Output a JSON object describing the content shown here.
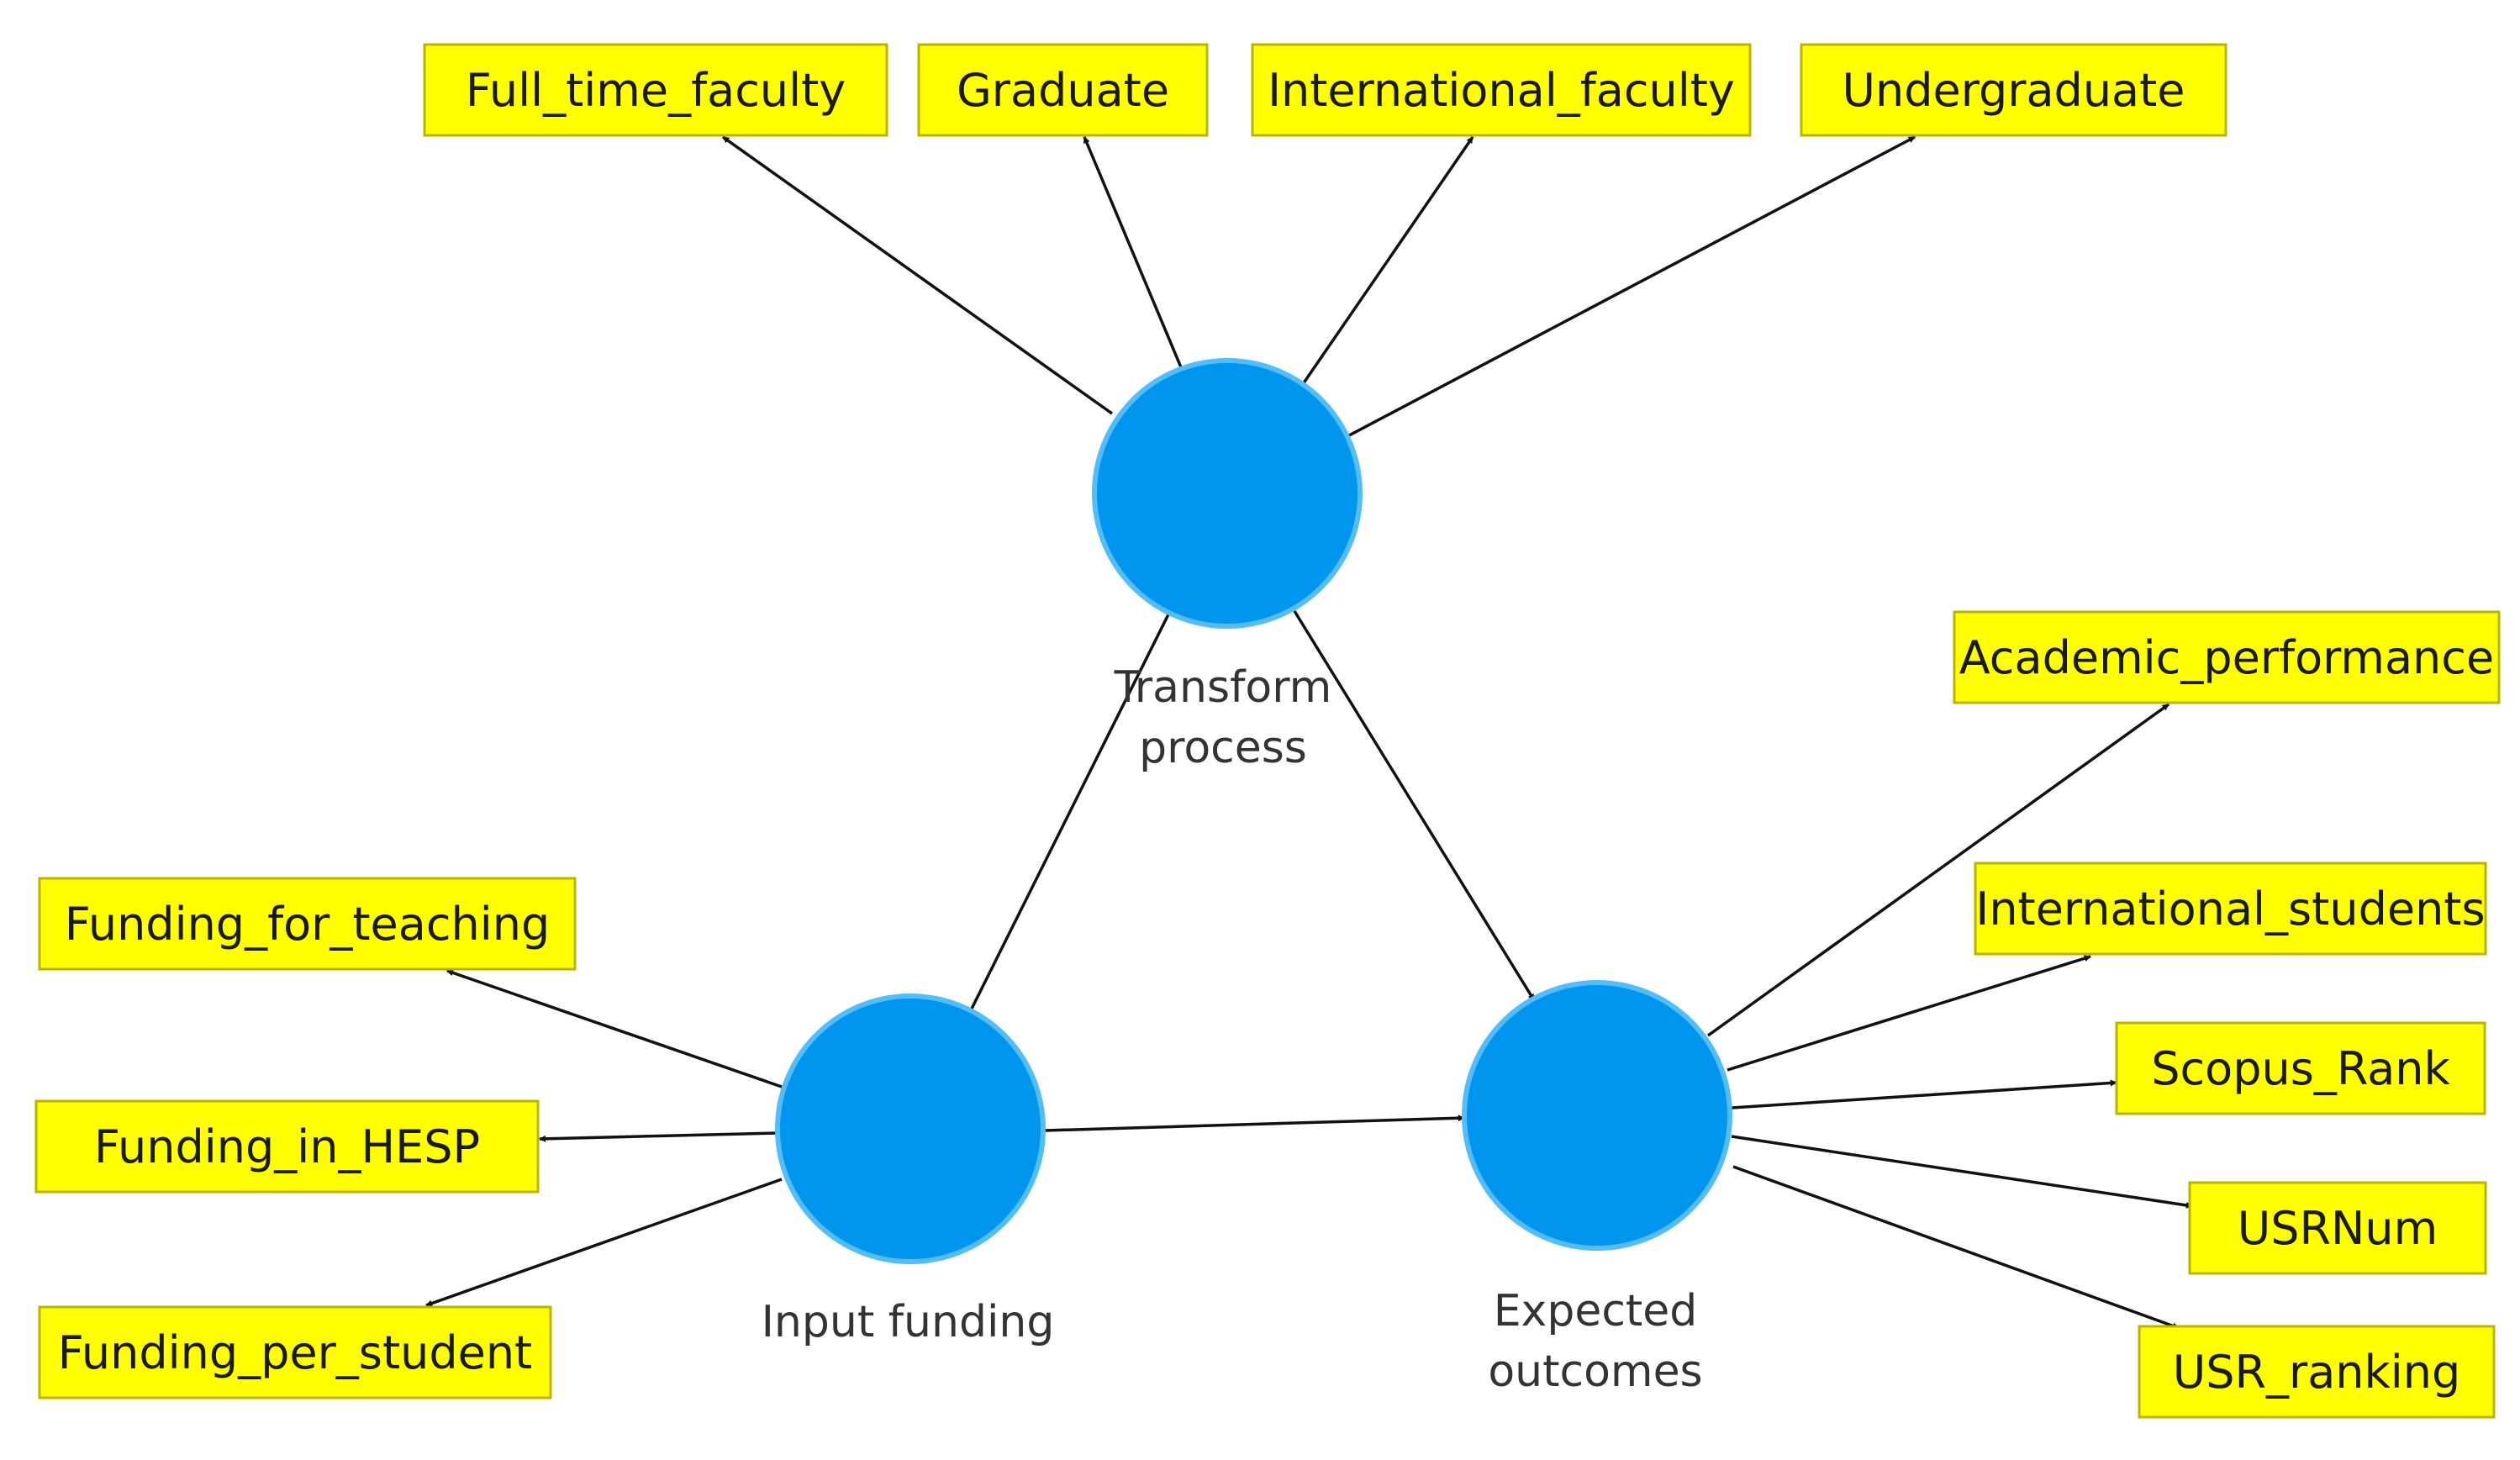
{
  "diagram": {
    "colors": {
      "indicator_fill": "#ffff00",
      "construct_fill": "#0096f0",
      "edge": "#111111"
    },
    "constructs": [
      {
        "id": "transform",
        "label_lines": [
          "Transform",
          "process"
        ]
      },
      {
        "id": "input",
        "label_lines": [
          "Input funding"
        ]
      },
      {
        "id": "outcomes",
        "label_lines": [
          "Expected",
          "outcomes"
        ]
      }
    ],
    "indicators": [
      {
        "id": "full_time_faculty",
        "label": "Full_time_faculty"
      },
      {
        "id": "graduate",
        "label": "Graduate"
      },
      {
        "id": "international_faculty",
        "label": "International_faculty"
      },
      {
        "id": "undergraduate",
        "label": "Undergraduate"
      },
      {
        "id": "academic_performance",
        "label": "Academic_performance"
      },
      {
        "id": "international_students",
        "label": "International_students"
      },
      {
        "id": "scopus_rank",
        "label": "Scopus_Rank"
      },
      {
        "id": "usrnum",
        "label": "USRNum"
      },
      {
        "id": "usr_ranking",
        "label": "USR_ranking"
      },
      {
        "id": "funding_for_teaching",
        "label": "Funding_for_teaching"
      },
      {
        "id": "funding_in_hesp",
        "label": "Funding_in_HESP"
      },
      {
        "id": "funding_per_student",
        "label": "Funding_per_student"
      }
    ],
    "edges": [
      {
        "from": "transform",
        "to": "full_time_faculty"
      },
      {
        "from": "transform",
        "to": "graduate"
      },
      {
        "from": "transform",
        "to": "international_faculty"
      },
      {
        "from": "transform",
        "to": "undergraduate"
      },
      {
        "from": "input",
        "to": "transform"
      },
      {
        "from": "transform",
        "to": "outcomes"
      },
      {
        "from": "input",
        "to": "outcomes"
      },
      {
        "from": "input",
        "to": "funding_for_teaching"
      },
      {
        "from": "input",
        "to": "funding_in_hesp"
      },
      {
        "from": "input",
        "to": "funding_per_student"
      },
      {
        "from": "outcomes",
        "to": "academic_performance"
      },
      {
        "from": "outcomes",
        "to": "international_students"
      },
      {
        "from": "outcomes",
        "to": "scopus_rank"
      },
      {
        "from": "outcomes",
        "to": "usrnum"
      },
      {
        "from": "outcomes",
        "to": "usr_ranking"
      }
    ]
  }
}
